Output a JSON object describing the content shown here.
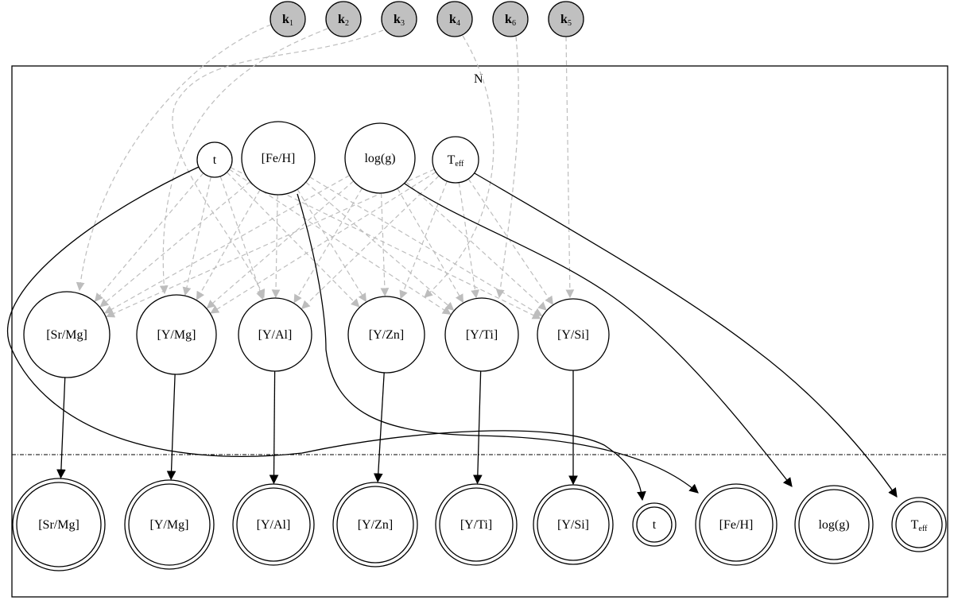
{
  "plate": {
    "label": "N"
  },
  "colors": {
    "hyper_fill": "#c0c0c0",
    "dashed_edge": "#bdbdbd",
    "solid_edge": "#000000",
    "node_fill": "#ffffff"
  },
  "hyper_nodes": [
    {
      "id": "k1",
      "base": "k",
      "sub": "1"
    },
    {
      "id": "k2",
      "base": "k",
      "sub": "2"
    },
    {
      "id": "k3",
      "base": "k",
      "sub": "3"
    },
    {
      "id": "k4",
      "base": "k",
      "sub": "4"
    },
    {
      "id": "k6",
      "base": "k",
      "sub": "6"
    },
    {
      "id": "k5",
      "base": "k",
      "sub": "5"
    }
  ],
  "param_nodes": [
    {
      "id": "t",
      "base": "t",
      "sub": ""
    },
    {
      "id": "feh",
      "base": "[Fe/H]",
      "sub": ""
    },
    {
      "id": "logg",
      "base": "log(g)",
      "sub": ""
    },
    {
      "id": "teff",
      "base": "T",
      "sub": "eff"
    }
  ],
  "latent_nodes": [
    {
      "id": "srmg",
      "label": "[Sr/Mg]"
    },
    {
      "id": "ymg",
      "label": "[Y/Mg]"
    },
    {
      "id": "yal",
      "label": "[Y/Al]"
    },
    {
      "id": "yzn",
      "label": "[Y/Zn]"
    },
    {
      "id": "yti",
      "label": "[Y/Ti]"
    },
    {
      "id": "ysi",
      "label": "[Y/Si]"
    }
  ],
  "observed_nodes": [
    {
      "id": "o_srmg",
      "base": "[Sr/Mg]",
      "sub": ""
    },
    {
      "id": "o_ymg",
      "base": "[Y/Mg]",
      "sub": ""
    },
    {
      "id": "o_yal",
      "base": "[Y/Al]",
      "sub": ""
    },
    {
      "id": "o_yzn",
      "base": "[Y/Zn]",
      "sub": ""
    },
    {
      "id": "o_yti",
      "base": "[Y/Ti]",
      "sub": ""
    },
    {
      "id": "o_ysi",
      "base": "[Y/Si]",
      "sub": ""
    },
    {
      "id": "o_t",
      "base": "t",
      "sub": ""
    },
    {
      "id": "o_feh",
      "base": "[Fe/H]",
      "sub": ""
    },
    {
      "id": "o_logg",
      "base": "log(g)",
      "sub": ""
    },
    {
      "id": "o_teff",
      "base": "T",
      "sub": "eff"
    }
  ],
  "edges": {
    "hyper_to_latent": [
      [
        "k1",
        "srmg"
      ],
      [
        "k2",
        "ymg"
      ],
      [
        "k3",
        "yal"
      ],
      [
        "k4",
        "yzn"
      ],
      [
        "k6",
        "yti"
      ],
      [
        "k5",
        "ysi"
      ]
    ],
    "param_to_latent": "all",
    "latent_to_observed": [
      [
        "srmg",
        "o_srmg"
      ],
      [
        "ymg",
        "o_ymg"
      ],
      [
        "yal",
        "o_yal"
      ],
      [
        "yzn",
        "o_yzn"
      ],
      [
        "yti",
        "o_yti"
      ],
      [
        "ysi",
        "o_ysi"
      ]
    ],
    "param_to_observed": [
      [
        "t",
        "o_t"
      ],
      [
        "feh",
        "o_feh"
      ],
      [
        "logg",
        "o_logg"
      ],
      [
        "teff",
        "o_teff"
      ]
    ]
  }
}
